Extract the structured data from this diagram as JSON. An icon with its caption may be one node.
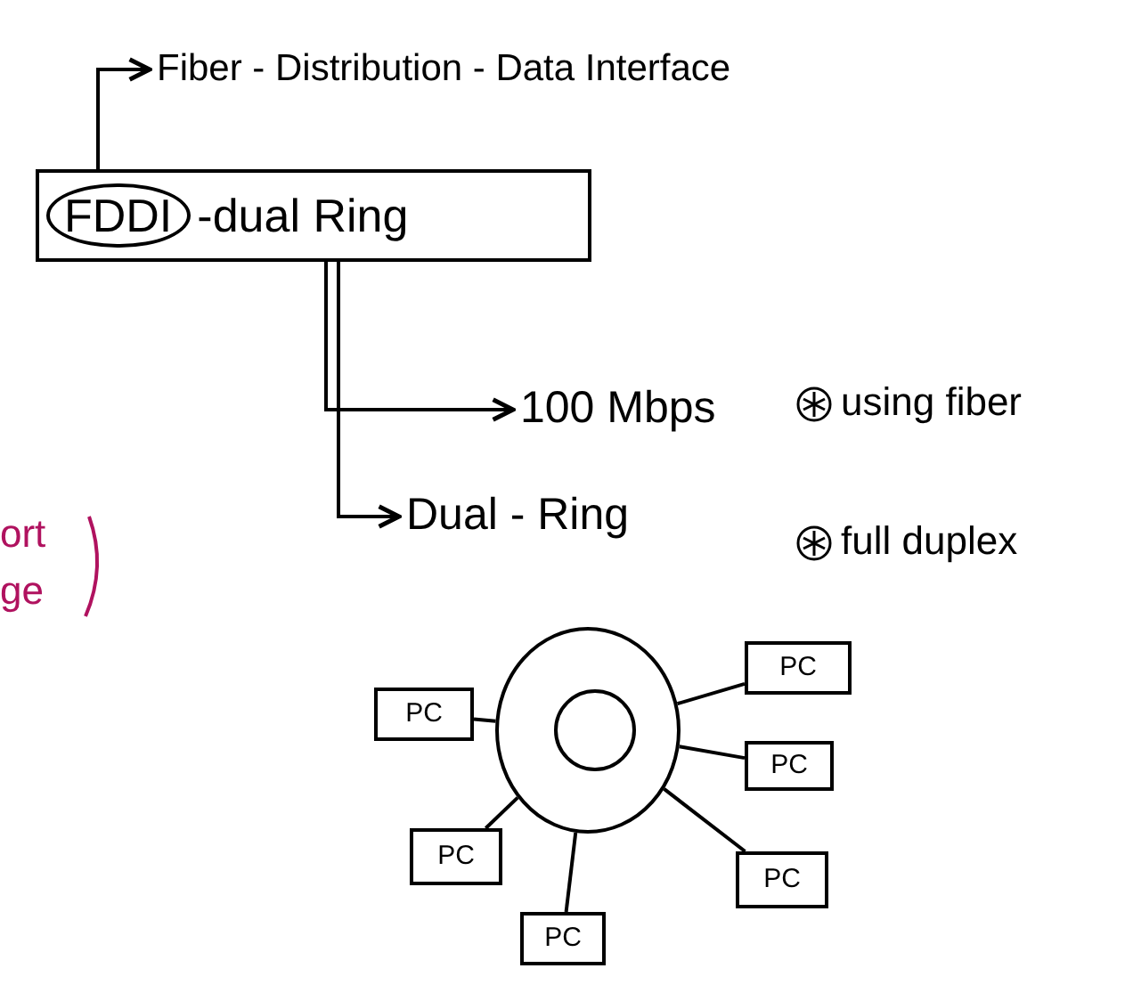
{
  "diagram": {
    "nodes": [
      {
        "text": [
          "-dual Ring"
        ]
      },
      {
        "text": [
          "FDDI"
        ],
        "in": 0
      },
      {
        "text": [
          "Fiber - Distribution - Data Interface"
        ]
      },
      {
        "text": [
          "100 Mbps"
        ]
      },
      {
        "text": [
          "Dual - Ring"
        ]
      },
      {
        "text": [],
        "shape": "circle"
      },
      {
        "text": [
          "PC"
        ]
      },
      {
        "text": [
          "PC"
        ]
      },
      {
        "text": [
          "PC"
        ]
      },
      {
        "text": [
          "PC"
        ]
      },
      {
        "text": [
          "PC"
        ]
      },
      {
        "text": [
          "PC"
        ]
      }
    ],
    "edges": [
      {
        "from": 0,
        "to": 2,
        "arrow": "to"
      },
      {
        "from": 0,
        "to": 3,
        "arrow": "to"
      },
      {
        "from": 0,
        "to": 4,
        "arrow": "to"
      },
      {
        "from": 5,
        "to": 6,
        "arrow": "none"
      },
      {
        "from": 5,
        "to": 7,
        "arrow": "none"
      },
      {
        "from": 5,
        "to": 8,
        "arrow": "none"
      },
      {
        "from": 5,
        "to": 9,
        "arrow": "none"
      },
      {
        "from": 5,
        "to": 10,
        "arrow": "none"
      },
      {
        "from": 5,
        "to": 11,
        "arrow": "none"
      }
    ],
    "labels": [
      "using fiber",
      "full duplex",
      "ort",
      "ge"
    ]
  }
}
